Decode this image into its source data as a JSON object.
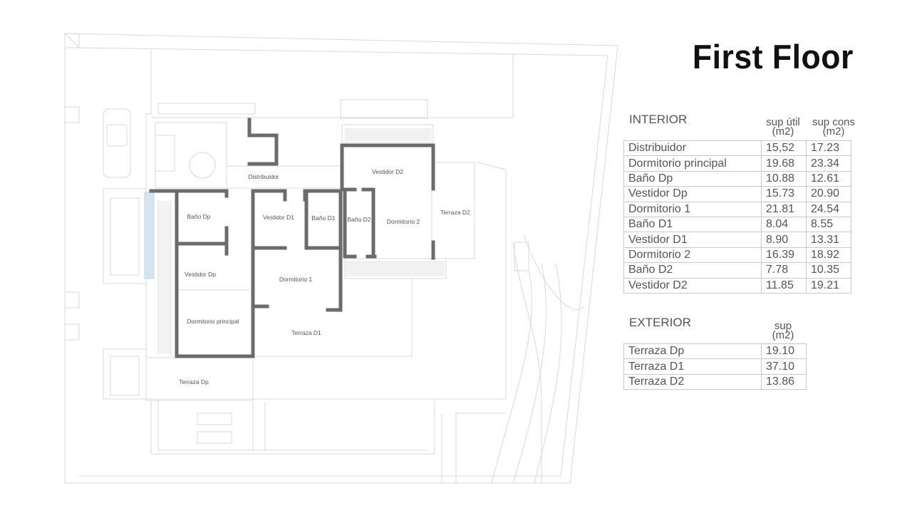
{
  "header": {
    "title": "First Floor"
  },
  "rooms": {
    "distribuidor": "Distribuidor",
    "vestidor_d2": "Vestidor D2",
    "bano_dp": "Baño Dp",
    "vestidor_d1": "Vestidor D1",
    "bano_d1": "Baño D1",
    "bano_d2": "Baño D2",
    "dormitorio_2": "Dormitorio 2",
    "terraza_d2": "Terraza D2",
    "vestidor_dp": "Vestidor Dp",
    "dormitorio_1": "Dormitorio 1",
    "dormitorio_principal": "Dormitorio principal",
    "terraza_d1": "Terraza D1",
    "terraza_dp": "Terraza Dp"
  },
  "interior": {
    "title": "INTERIOR",
    "col1_line1": "sup útil",
    "col1_line2": "(m2)",
    "col2_line1": "sup cons",
    "col2_line2": "(m2)",
    "rows": [
      {
        "name": "Distribuidor",
        "util": "15,52",
        "cons": "17.23"
      },
      {
        "name": "Dormitorio principal",
        "util": "19.68",
        "cons": "23.34"
      },
      {
        "name": "Baño Dp",
        "util": "10.88",
        "cons": "12.61"
      },
      {
        "name": "Vestidor Dp",
        "util": "15.73",
        "cons": "20.90"
      },
      {
        "name": "Dormitorio 1",
        "util": "21.81",
        "cons": "24.54"
      },
      {
        "name": "Baño D1",
        "util": "8.04",
        "cons": "8.55"
      },
      {
        "name": "Vestidor D1",
        "util": "8.90",
        "cons": "13.31"
      },
      {
        "name": "Dormitorio 2",
        "util": "16.39",
        "cons": "18.92"
      },
      {
        "name": "Baño D2",
        "util": "7.78",
        "cons": "10.35"
      },
      {
        "name": "Vestidor D2",
        "util": "11.85",
        "cons": "19.21"
      }
    ]
  },
  "exterior": {
    "title": "EXTERIOR",
    "col_line1": "sup",
    "col_line2": "(m2)",
    "rows": [
      {
        "name": "Terraza Dp",
        "sup": "19.10"
      },
      {
        "name": "Terraza D1",
        "sup": "37.10"
      },
      {
        "name": "Terraza D2",
        "sup": "13.86"
      }
    ]
  }
}
